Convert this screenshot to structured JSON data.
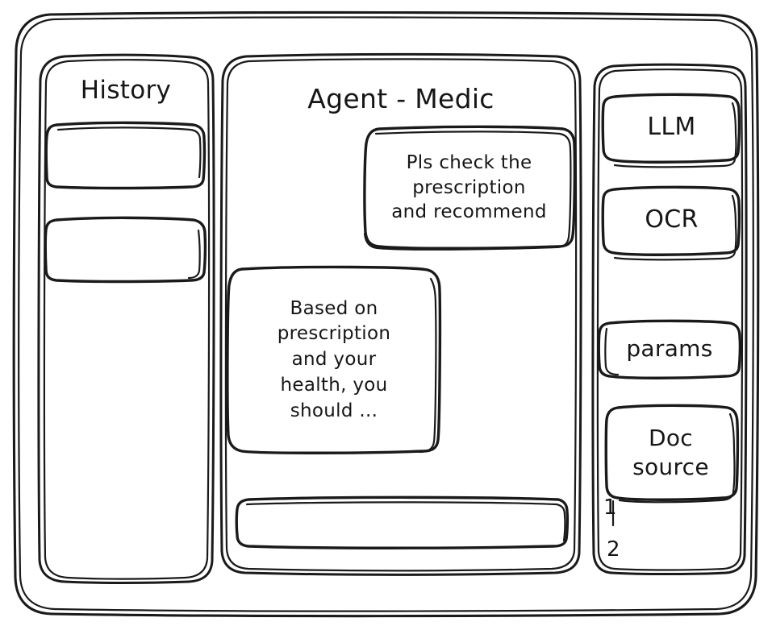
{
  "app": {
    "style": "hand-drawn-wireframe",
    "stroke_color": "#1a1a1a",
    "background_color": "#ffffff"
  },
  "history": {
    "title": "History",
    "items": [
      {
        "label": ""
      },
      {
        "label": ""
      }
    ]
  },
  "main": {
    "title": "Agent - Medic",
    "messages": [
      {
        "role": "user",
        "lines": [
          "Pls check the",
          "prescription",
          "and recommend"
        ],
        "text": "Pls check the prescription and recommend"
      },
      {
        "role": "assistant",
        "lines": [
          "Based on",
          "prescription",
          "and your",
          "health, you",
          "should ..."
        ],
        "text": "Based on prescription and your health, you should ..."
      }
    ],
    "composer": {
      "value": "",
      "placeholder": ""
    }
  },
  "tools": {
    "items": [
      {
        "label": "LLM"
      },
      {
        "label": "OCR"
      },
      {
        "label": "params"
      }
    ],
    "doc_source": {
      "lines": [
        "Doc",
        "source"
      ],
      "label": "Doc source",
      "refs": [
        "1",
        "2"
      ]
    }
  }
}
